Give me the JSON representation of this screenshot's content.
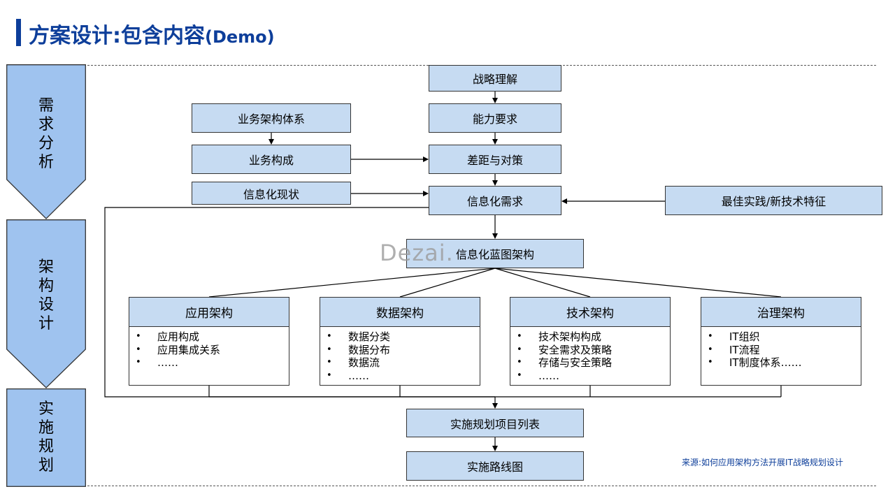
{
  "title": {
    "main": "方案设计:包含内容",
    "suffix": "(Demo)"
  },
  "phases": [
    {
      "id": "requirements",
      "chars": [
        "需",
        "求",
        "分",
        "析"
      ]
    },
    {
      "id": "architecture",
      "chars": [
        "架",
        "构",
        "设",
        "计"
      ]
    },
    {
      "id": "implementation",
      "chars": [
        "实",
        "施",
        "规",
        "划"
      ]
    }
  ],
  "boxes": {
    "strategy": "战略理解",
    "capability": "能力要求",
    "gap": "差距与对策",
    "it_demand": "信息化需求",
    "biz_system": "业务架构体系",
    "biz_composition": "业务构成",
    "it_status": "信息化现状",
    "best_practice": "最佳实践/新技术特征",
    "blueprint": "信息化蓝图架构",
    "project_list": "实施规划项目列表",
    "roadmap": "实施路线图"
  },
  "cards": [
    {
      "title": "应用架构",
      "items": [
        "应用构成",
        "应用集成关系",
        "……"
      ]
    },
    {
      "title": "数据架构",
      "items": [
        "数据分类",
        "数据分布",
        "数据流",
        "……"
      ]
    },
    {
      "title": "技术架构",
      "items": [
        "技术架构构成",
        "安全需求及策略",
        "存储与安全策略",
        "……"
      ]
    },
    {
      "title": "治理架构",
      "items": [
        "IT组织",
        "IT流程",
        "IT制度体系……"
      ]
    }
  ],
  "watermark": "Dezai.",
  "source": "来源:如何应用架构方法开展IT战略规划设计",
  "colors": {
    "title": "#0d3e9a",
    "box_fill": "#c6dbf2",
    "phase_fill": "#9fc3ef"
  }
}
